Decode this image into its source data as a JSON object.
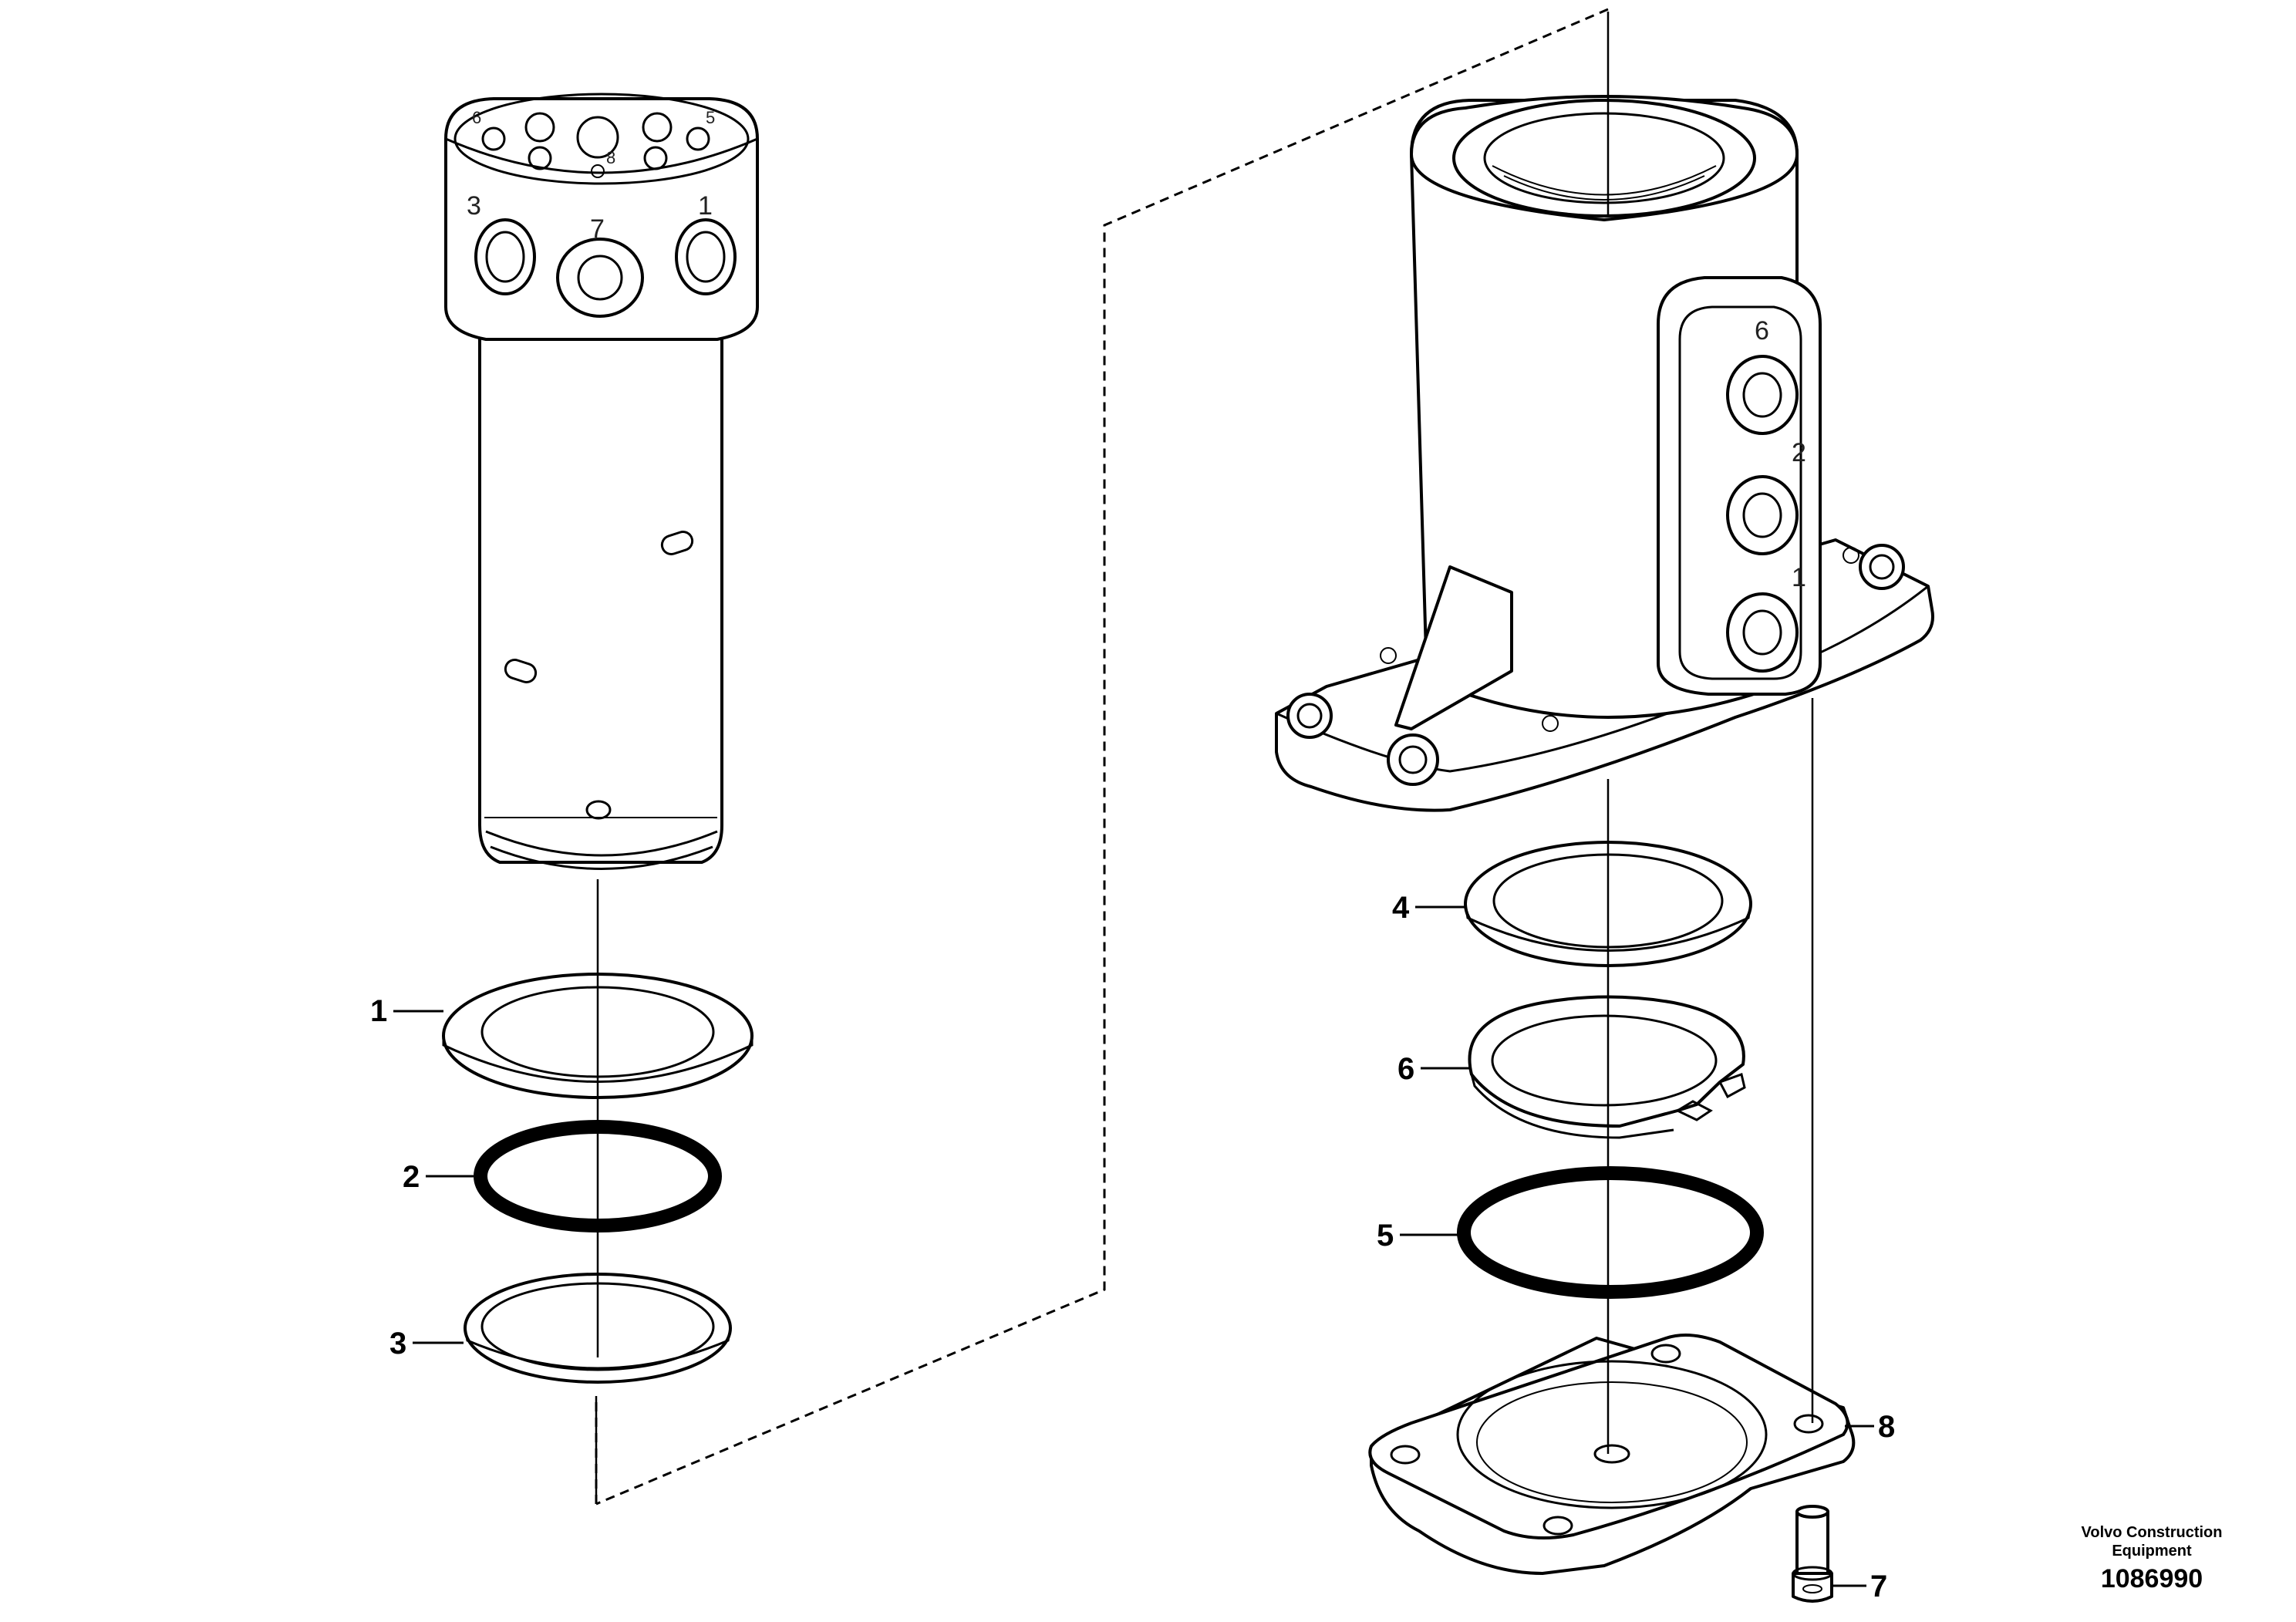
{
  "callouts": [
    {
      "id": "1",
      "label": "1"
    },
    {
      "id": "2",
      "label": "2"
    },
    {
      "id": "3",
      "label": "3"
    },
    {
      "id": "4",
      "label": "4"
    },
    {
      "id": "5",
      "label": "5"
    },
    {
      "id": "6",
      "label": "6"
    },
    {
      "id": "7",
      "label": "7"
    },
    {
      "id": "8",
      "label": "8"
    }
  ],
  "port_labels": {
    "shaft": [
      "3",
      "7",
      "1",
      "6",
      "5",
      "8"
    ],
    "housing": [
      "6",
      "2",
      "1"
    ]
  },
  "credit": {
    "company": "Volvo Construction Equipment",
    "drawing_number": "1086990"
  }
}
